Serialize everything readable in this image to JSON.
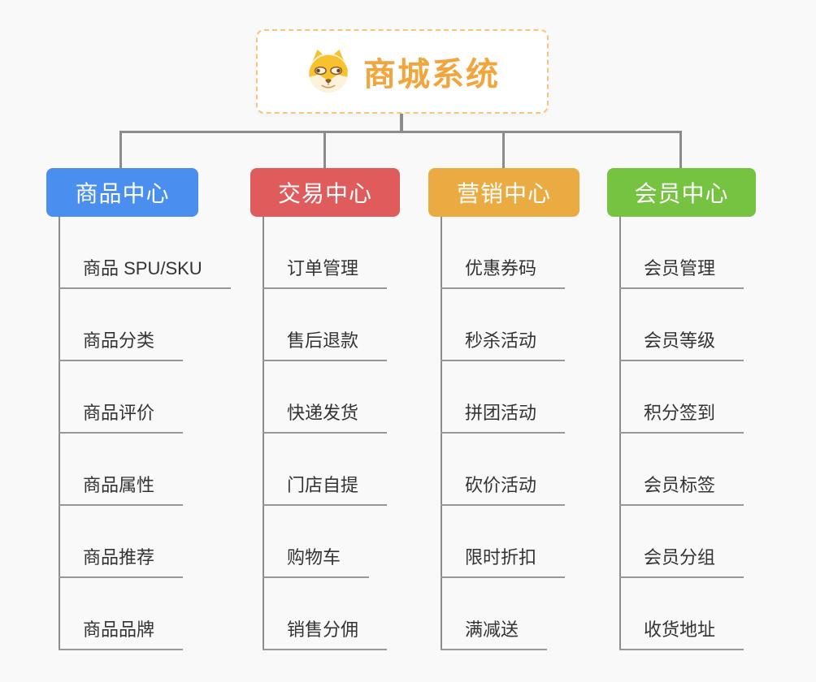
{
  "root": {
    "title": "商城系统",
    "icon": "dog-icon",
    "title_color": "#f2a53d",
    "border_color": "#f5c57b"
  },
  "connector_color": "#8c8c8c",
  "branches": [
    {
      "label": "商品中心",
      "color": "#4a8ef0",
      "items": [
        "商品 SPU/SKU",
        "商品分类",
        "商品评价",
        "商品属性",
        "商品推荐",
        "商品品牌"
      ]
    },
    {
      "label": "交易中心",
      "color": "#e05c5c",
      "items": [
        "订单管理",
        "售后退款",
        "快递发货",
        "门店自提",
        "购物车",
        "销售分佣"
      ]
    },
    {
      "label": "营销中心",
      "color": "#eaab43",
      "items": [
        "优惠券码",
        "秒杀活动",
        "拼团活动",
        "砍价活动",
        "限时折扣",
        "满减送"
      ]
    },
    {
      "label": "会员中心",
      "color": "#76c241",
      "items": [
        "会员管理",
        "会员等级",
        "积分签到",
        "会员标签",
        "会员分组",
        "收货地址"
      ]
    }
  ]
}
